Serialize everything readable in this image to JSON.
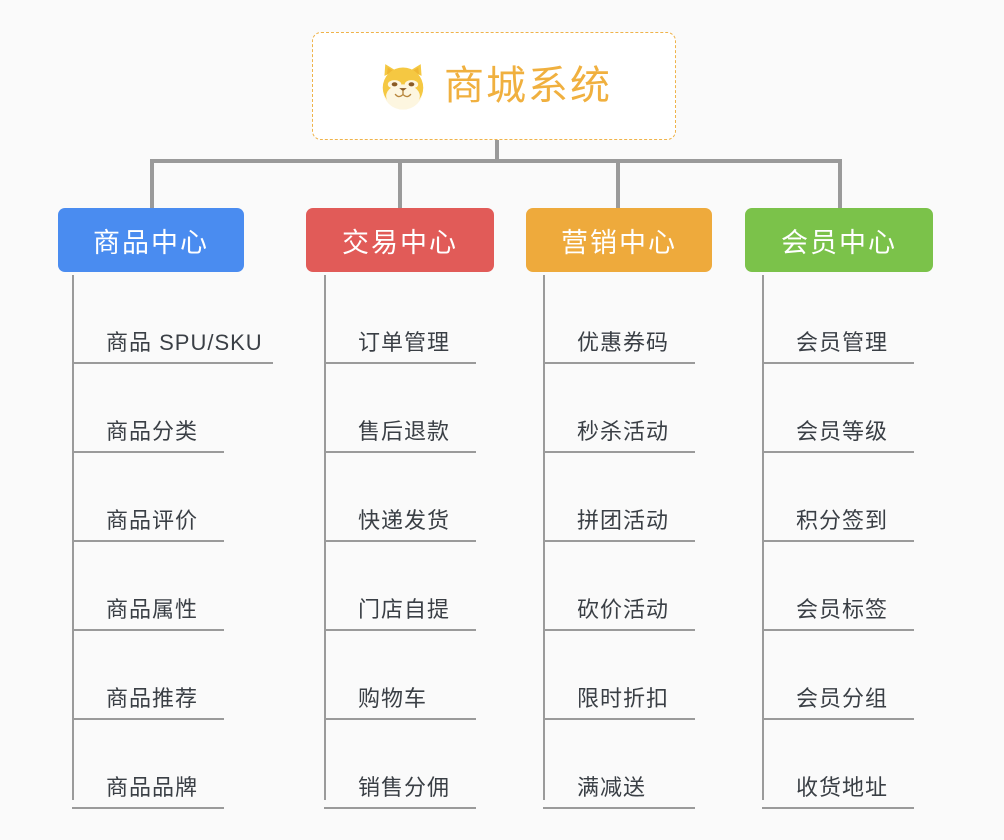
{
  "background_color": "#fafafa",
  "root": {
    "title": "商城系统",
    "icon": "shiba-dog-face-icon",
    "text_color": "#f0b03f",
    "border_color": "#efb34a",
    "background_color": "#ffffff"
  },
  "connector_color": "#9a9a9a",
  "columns": [
    {
      "label": "商品中心",
      "color": "#4a8cf0",
      "items": [
        "商品 SPU/SKU",
        "商品分类",
        "商品评价",
        "商品属性",
        "商品推荐",
        "商品品牌"
      ]
    },
    {
      "label": "交易中心",
      "color": "#e15b58",
      "items": [
        "订单管理",
        "售后退款",
        "快递发货",
        "门店自提",
        "购物车",
        "销售分佣"
      ]
    },
    {
      "label": "营销中心",
      "color": "#eeaa3c",
      "items": [
        "优惠券码",
        "秒杀活动",
        "拼团活动",
        "砍价活动",
        "限时折扣",
        "满减送"
      ]
    },
    {
      "label": "会员中心",
      "color": "#7bc24a",
      "items": [
        "会员管理",
        "会员等级",
        "积分签到",
        "会员标签",
        "会员分组",
        "收货地址"
      ]
    }
  ]
}
